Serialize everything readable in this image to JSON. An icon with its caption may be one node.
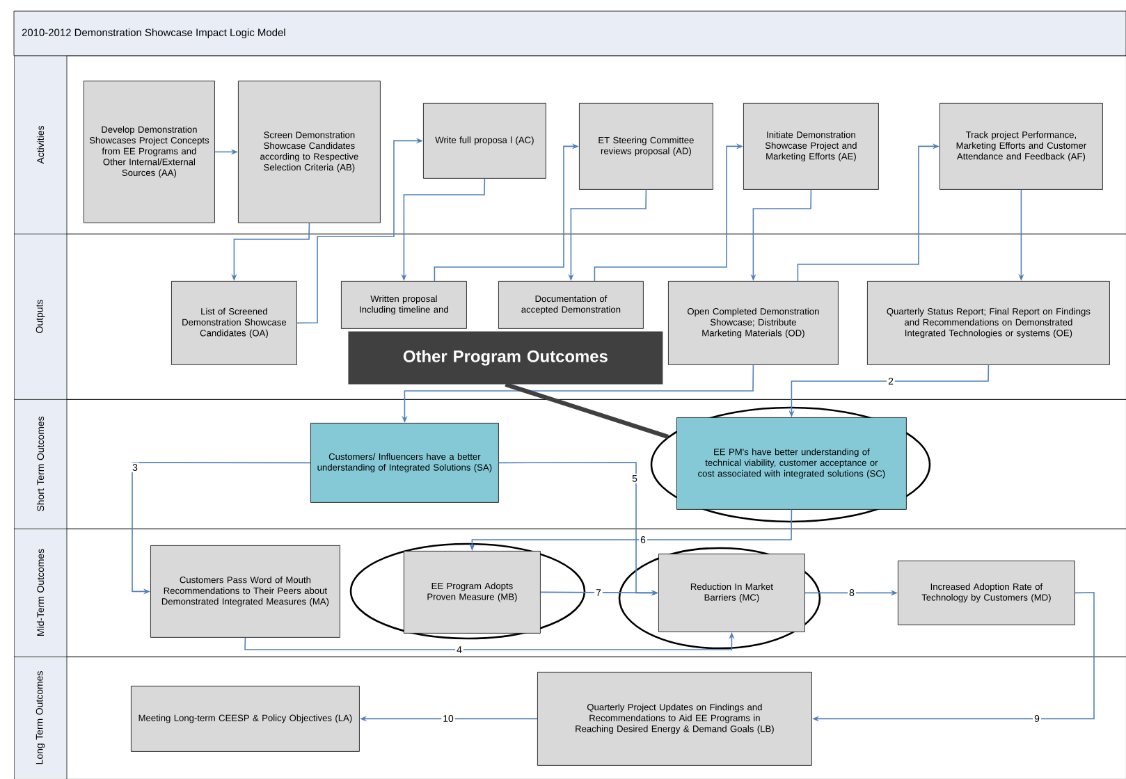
{
  "diagram": {
    "title": "2010-2012 Demonstration Showcase Impact Logic Model",
    "nodes": [
      {
        "text": [
          "Activities"
        ]
      },
      {
        "text": [
          "Outputs"
        ]
      },
      {
        "text": [
          "Short Term Outcomes"
        ]
      },
      {
        "text": [
          "Mid-Term Outcomes"
        ]
      },
      {
        "text": [
          "Long Term Outcomes"
        ]
      },
      {
        "text": [
          "Develop Demonstration Showcases Project Concepts from EE Programs and Other Internal/External Sources (AA)"
        ],
        "in": 0
      },
      {
        "text": [
          "Screen Demonstration Showcase Candidates according to Respective Selection Criteria (AB)"
        ],
        "in": 0
      },
      {
        "text": [
          "Write full proposa l (AC)"
        ],
        "in": 0
      },
      {
        "text": [
          "ET Steering Committee reviews proposal (AD)"
        ],
        "in": 0
      },
      {
        "text": [
          "Initiate Demonstration Showcase Project and Marketing Efforts (AE)"
        ],
        "in": 0
      },
      {
        "text": [
          "Track project Performance, Marketing Efforts and Customer Attendance and Feedback (AF)"
        ],
        "in": 0
      },
      {
        "text": [
          "List of Screened Demonstration Showcase Candidates (OA)"
        ],
        "in": 1
      },
      {
        "text": [
          "Written proposal Including timeline and"
        ],
        "in": 1
      },
      {
        "text": [
          "Documentation of accepted Demonstration"
        ],
        "in": 1
      },
      {
        "text": [
          "Open Completed Demonstration Showcase; Distribute Marketing Materials (OD)"
        ],
        "in": 1
      },
      {
        "text": [
          "Quarterly Status Report; Final Report on Findings and Recommendations on Demonstrated Integrated Technologies or systems (OE)"
        ],
        "in": 1
      },
      {
        "text": [
          "Other Program Outcomes"
        ],
        "in": 1
      },
      {
        "text": [
          "Customers/ Influencers have a better understanding of Integrated Solutions (SA)"
        ],
        "in": 2
      },
      {
        "text": [
          "EE PM's have better understanding of technical viability, customer acceptance or cost associated with integrated solutions (SC)"
        ],
        "in": 2
      },
      {
        "text": [
          "Customers Pass Word of Mouth Recommendations to Their Peers about Demonstrated Integrated Measures (MA)"
        ],
        "in": 3
      },
      {
        "text": [
          "EE Program Adopts Proven Measure (MB)"
        ],
        "in": 3
      },
      {
        "text": [
          "Reduction In Market Barriers (MC)"
        ],
        "in": 3
      },
      {
        "text": [
          "Increased Adoption Rate of Technology by Customers (MD)"
        ],
        "in": 3
      },
      {
        "text": [
          "Meeting Long-term CEESP & Policy Objectives (LA)"
        ],
        "in": 4
      },
      {
        "text": [
          "Quarterly Project Updates on Findings and Recommendations to Aid EE Programs in Reaching Desired Energy & Demand Goals (LB)"
        ],
        "in": 4
      }
    ],
    "edges": [
      {
        "from": 5,
        "to": 6,
        "arrow": "to"
      },
      {
        "from": 6,
        "to": 11,
        "arrow": "to"
      },
      {
        "from": 11,
        "to": 7,
        "arrow": "to"
      },
      {
        "from": 7,
        "to": 12,
        "arrow": "to"
      },
      {
        "from": 12,
        "to": 8,
        "arrow": "to"
      },
      {
        "from": 8,
        "to": 13,
        "arrow": "to"
      },
      {
        "from": 13,
        "to": 9,
        "arrow": "to"
      },
      {
        "from": 9,
        "to": 14,
        "arrow": "to"
      },
      {
        "from": 14,
        "to": 10,
        "arrow": "to"
      },
      {
        "from": 10,
        "to": 15,
        "arrow": "to"
      },
      {
        "from": 15,
        "to": 18,
        "arrow": "to",
        "label": "2"
      },
      {
        "from": 14,
        "to": 17,
        "arrow": "to"
      },
      {
        "from": 17,
        "to": 19,
        "arrow": "to",
        "label": "3"
      },
      {
        "from": 17,
        "to": 21,
        "arrow": "to",
        "label": "5"
      },
      {
        "from": 18,
        "to": 20,
        "arrow": "to",
        "label": "6"
      },
      {
        "from": 20,
        "to": 21,
        "arrow": "to",
        "label": "7"
      },
      {
        "from": 19,
        "to": 21,
        "arrow": "to",
        "label": "4"
      },
      {
        "from": 21,
        "to": 22,
        "arrow": "to",
        "label": "8"
      },
      {
        "from": 22,
        "to": 24,
        "arrow": "to",
        "label": "9"
      },
      {
        "from": 24,
        "to": 23,
        "arrow": "to",
        "label": "10"
      },
      {
        "from": 16,
        "to": 18,
        "arrow": "none",
        "style": "thick",
        "color": "#404040"
      }
    ]
  }
}
